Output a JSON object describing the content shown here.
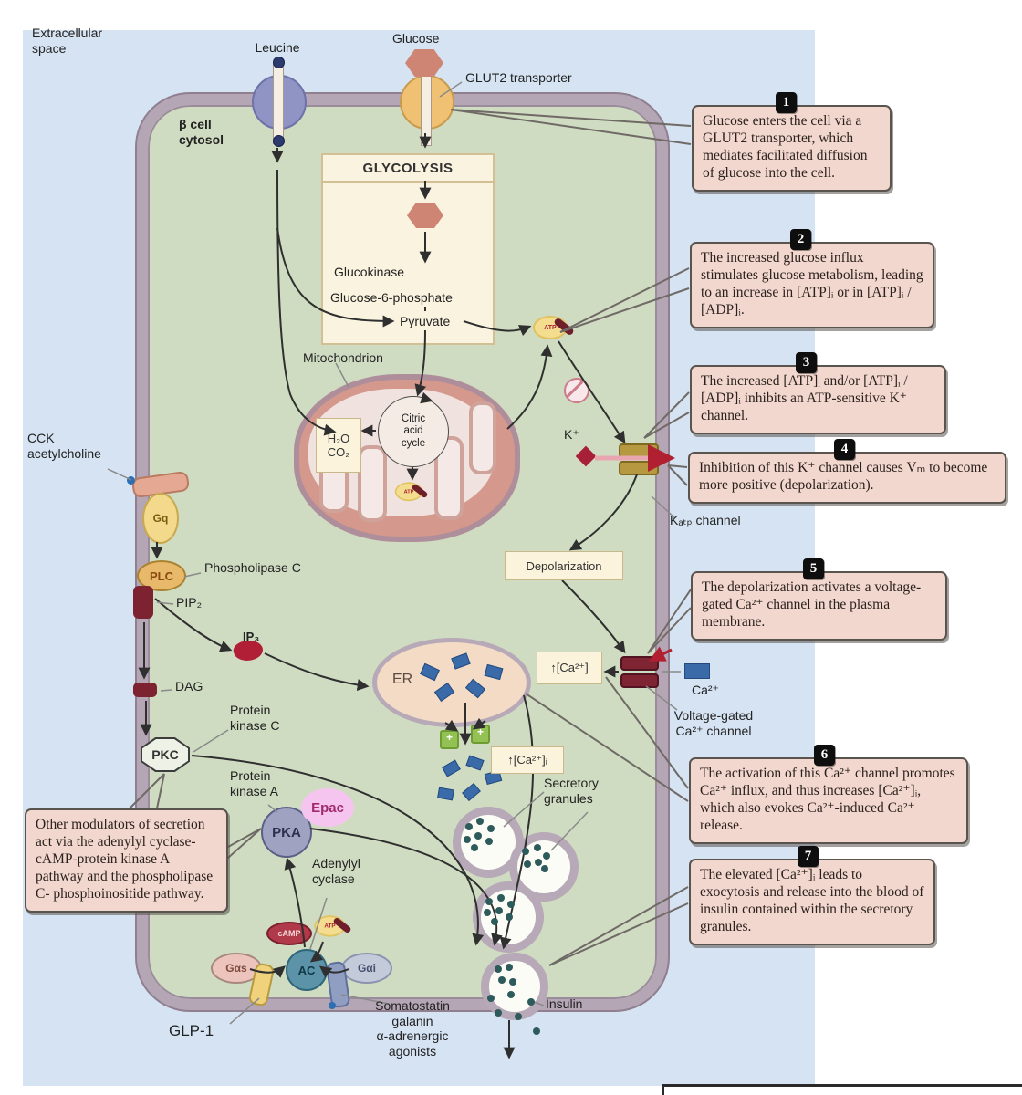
{
  "labels": {
    "extracellular": "Extracellular\nspace",
    "beta_cell": "β cell\ncytosol",
    "leucine": "Leucine",
    "glucose": "Glucose",
    "glut2": "GLUT2 transporter",
    "glycolysis": "GLYCOLYSIS",
    "glucokinase": "Glucokinase",
    "g6p": "Glucose-6-phosphate",
    "pyruvate": "Pyruvate",
    "mitochondrion": "Mitochondrion",
    "citric": "Citric\nacid\ncycle",
    "h2o_co2": "H₂O\nCO₂",
    "atp": "ATP",
    "k_ion": "K⁺",
    "katp": "Kₐₜₚ channel",
    "depolarization": "Depolarization",
    "cck": "CCK\nacetylcholine",
    "gq": "Gq",
    "plc": "PLC",
    "phospholipase_c": "Phospholipase C",
    "pip2": "PIP₂",
    "ip3": "IP₃",
    "dag": "DAG",
    "pkc": "PKC",
    "protein_kinase_c": "Protein\nkinase C",
    "protein_kinase_a": "Protein\nkinase A",
    "pka": "PKA",
    "epac": "Epac",
    "adenylyl_cyclase": "Adenylyl\ncyclase",
    "camp": "cAMP",
    "ac": "AC",
    "gas": "Gαs",
    "gai": "Gαi",
    "glp1": "GLP-1",
    "somatostatin": "Somatostatin\ngalanin\nα-adrenergic\nagonists",
    "er": "ER",
    "ca_up": "↑[Ca²⁺]",
    "ca_up_i": "↑[Ca²⁺]ᵢ",
    "ca_ion": "Ca²⁺",
    "vgcc": "Voltage-gated\nCa²⁺ channel",
    "secretory": "Secretory\ngranules",
    "insulin": "Insulin",
    "plus": "+"
  },
  "annotations": {
    "box1": {
      "number": "1",
      "text": "Glucose enters the cell via a GLUT2 transporter, which mediates facilitated diffusion of glucose into the cell."
    },
    "box2": {
      "number": "2",
      "text": "The increased glucose influx stimulates glucose metabolism, leading to an increase in [ATP]ᵢ or in [ATP]ᵢ / [ADP]ᵢ."
    },
    "box3": {
      "number": "3",
      "text": "The increased [ATP]ᵢ and/or [ATP]ᵢ / [ADP]ᵢ inhibits an ATP-sensitive K⁺ channel."
    },
    "box4": {
      "number": "4",
      "text": "Inhibition of this K⁺ channel causes Vₘ to become more positive (depolarization)."
    },
    "box5": {
      "number": "5",
      "text": "The depolarization activates a voltage-gated Ca²⁺ channel in the plasma membrane."
    },
    "box6": {
      "number": "6",
      "text": "The activation of this Ca²⁺ channel promotes Ca²⁺ influx, and thus increases [Ca²⁺]ᵢ, which also evokes Ca²⁺-induced Ca²⁺ release."
    },
    "box7": {
      "number": "7",
      "text": "The elevated [Ca²⁺]ᵢ leads to exocytosis and release into the blood of insulin contained within the secretory granules."
    },
    "modulators": {
      "text": "Other modulators of secretion act via the adenylyl cyclase-cAMP-protein kinase A pathway and the phospholipase C- phosphoinositide pathway."
    }
  },
  "colors": {
    "extracellular_bg": "#d5e3f3",
    "cytosol_bg": "#cfdcc1",
    "membrane": "#b4a6b4",
    "annotation_bg": "#f2d7ce",
    "badge_bg": "#0e0e0e",
    "glycolysis_bg": "#faf3df",
    "glucose_hex": "#cf8573",
    "glut2_orange": "#f0c173",
    "leucine_purple": "#9094c4",
    "katp_gold": "#b5983f",
    "ca_channel_red": "#7e2433",
    "calcium_blue": "#3a6ba8",
    "granule_dot": "#2d5a5a",
    "camp_red": "#b03a4a",
    "atp_yellow": "#f5dd90",
    "epac_pink": "#f6c5ef",
    "pka_purple": "#9fa3c1",
    "ac_teal": "#5d93a8"
  }
}
